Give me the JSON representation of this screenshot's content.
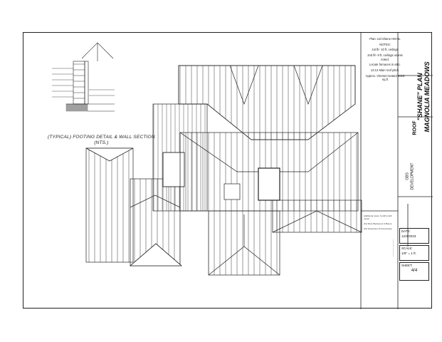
{
  "notes": {
    "plan_ref": "Plan: Ltd Shane HM-6L",
    "heading": "NOTES:",
    "ceiling_1": "1st flr- 10 ft. ceilings",
    "ceiling_2": "2nd flr- 9 ft. ceilings unless noted.",
    "furnace": "Locate furnaces in attic.",
    "roof_pitch": "12:12 Main roof pitch.",
    "heated": "Approx. Vineset Heated 3415 sq.ft"
  },
  "detail_caption": {
    "line1": "(TYPICAL) FOOTING DETAIL & WALL SECTION",
    "line2": "(NTS.)"
  },
  "title_block": {
    "project_name": "\"SHANE\" PLAN",
    "subdivision": "MAGNOLIA MEADOWS",
    "sheet_title": "ROOF",
    "developer_line1": "GBS",
    "developer_line2": "DEVELOPMENT",
    "date_label": "DATE:",
    "date_value": "12/2/2023",
    "scale_label": "SCALE:",
    "scale_value": "1/8\" = 1 ft.",
    "sheet_label": "SHEET:",
    "sheet_value": "4/4"
  },
  "small_notes": {
    "block1": "Additional notes: Confirm with owner",
    "block2": "2nd Floor Bedrooms & Bonus",
    "block3": "2nd Guestroom & bonus/cave"
  },
  "colors": {
    "ink": "#222222",
    "paper": "#ffffff"
  }
}
